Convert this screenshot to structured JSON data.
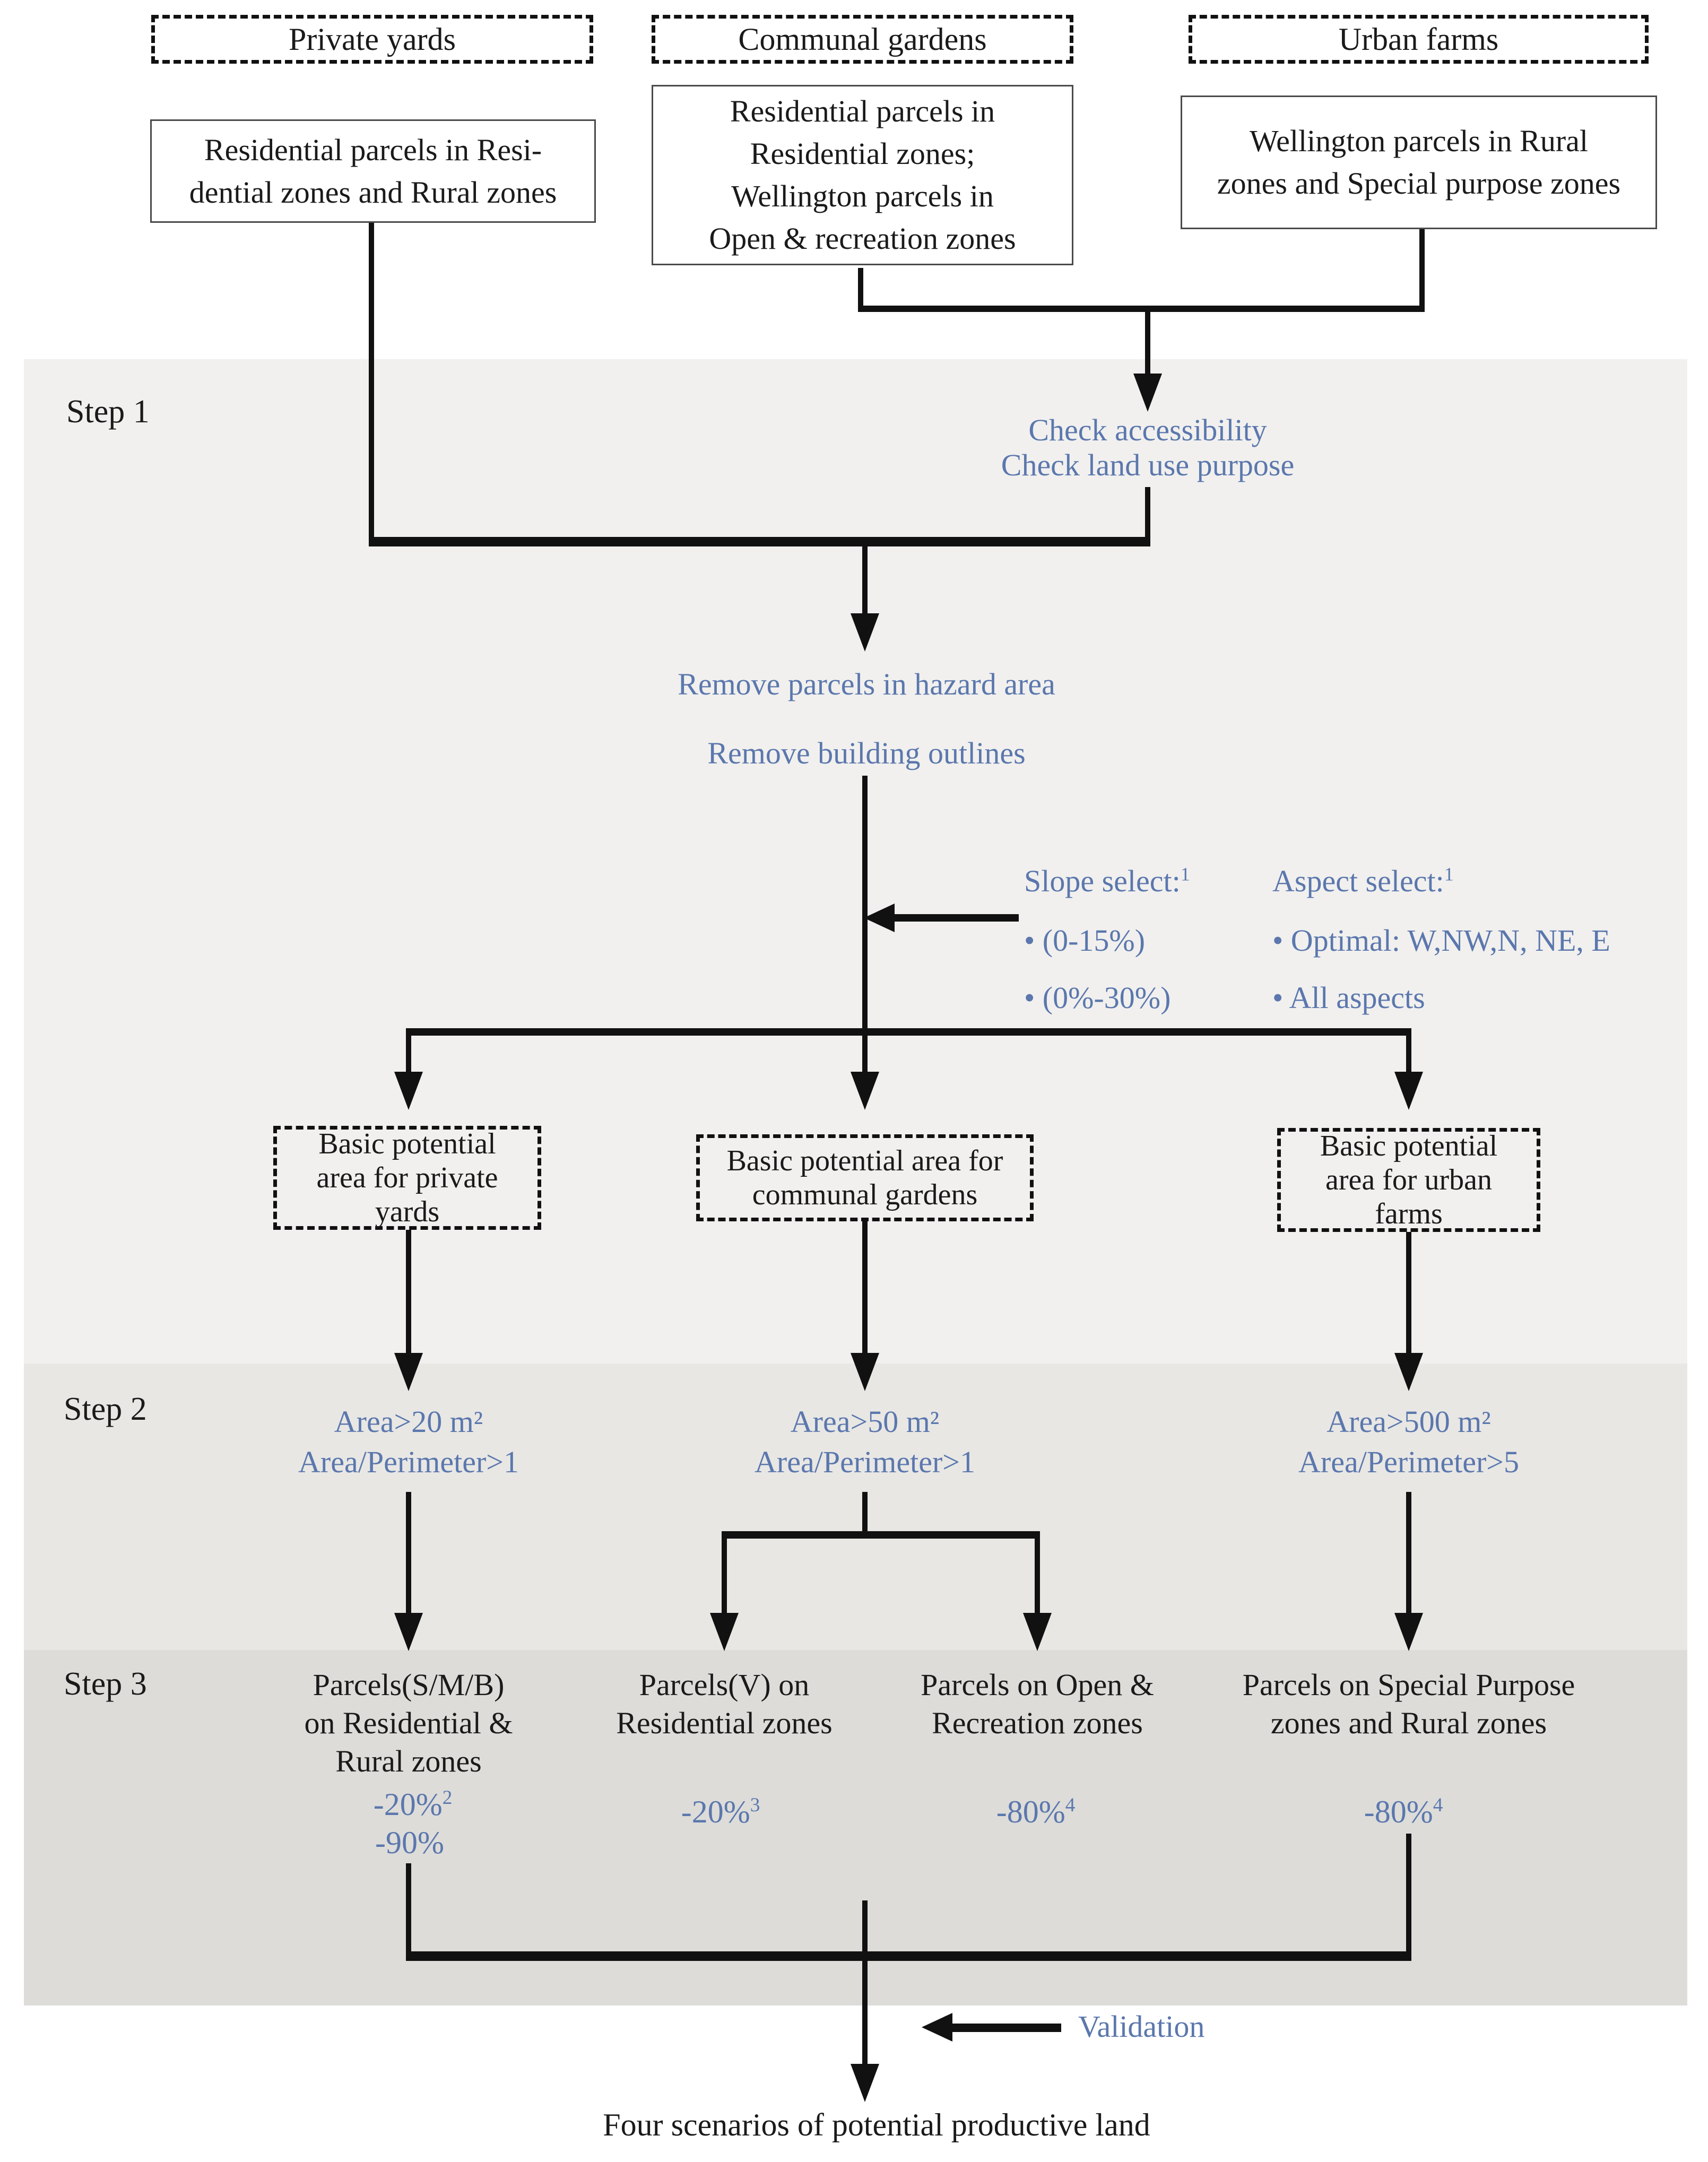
{
  "palette": {
    "accent_blue": "#5b77ad",
    "line_black": "#111111",
    "band_step1": "#f1f0ee",
    "band_step2": "#e8e7e4",
    "band_step3": "#dddcd9"
  },
  "labels": {
    "step1": "Step 1",
    "step2": "Step 2",
    "step3": "Step 3",
    "validation": "Validation",
    "result": "Four scenarios of potential productive land"
  },
  "top_boxes": {
    "private": {
      "title": "Private yards",
      "line1": "Residential parcels in Resi-",
      "line2": "dential zones and Rural zones"
    },
    "communal": {
      "title": "Communal gardens",
      "line1": "Residential parcels in",
      "line2": "Residential zones;",
      "line3": "Wellington parcels in",
      "line4": "Open & recreation zones"
    },
    "urban": {
      "title": "Urban farms",
      "line1": "Wellington parcels in Rural",
      "line2": "zones and Special purpose zones"
    }
  },
  "step1": {
    "check": {
      "line1": "Check accessibility",
      "line2": "Check land use purpose"
    },
    "remove": {
      "line1": "Remove parcels in hazard area",
      "line2": "Remove building outlines"
    },
    "slope": {
      "title": "Slope select:",
      "sup": "1",
      "opt1": "• (0-15%)",
      "opt2": "• (0%-30%)"
    },
    "aspect": {
      "title": "Aspect select:",
      "sup": "1",
      "opt1": "• Optimal: W,NW,N, NE, E",
      "opt2": "• All aspects"
    },
    "basic_private": {
      "line1": "Basic potential",
      "line2": "area for private",
      "line3": "yards"
    },
    "basic_communal": {
      "line1": "Basic potential area for",
      "line2": "communal gardens"
    },
    "basic_urban": {
      "line1": "Basic potential",
      "line2": "area for urban",
      "line3": "farms"
    }
  },
  "step2": {
    "private": {
      "line1": "Area>20 m²",
      "line2": "Area/Perimeter>1"
    },
    "communal": {
      "line1": "Area>50 m²",
      "line2": "Area/Perimeter>1"
    },
    "urban": {
      "line1": "Area>500 m²",
      "line2": "Area/Perimeter>5"
    }
  },
  "step3": {
    "col1": {
      "line1": "Parcels(S/M/B)",
      "line2": "on Residential &",
      "line3": "Rural zones",
      "pct1": "-20%",
      "pct1_sup": "2",
      "pct2": "-90%"
    },
    "col2": {
      "line1": "Parcels(V) on",
      "line2": "Residential zones",
      "pct1": "-20%",
      "pct1_sup": "3"
    },
    "col3": {
      "line1": "Parcels on Open &",
      "line2": "Recreation zones",
      "pct1": "-80%",
      "pct1_sup": "4"
    },
    "col4": {
      "line1": "Parcels on Special Purpose",
      "line2": "zones and Rural zones",
      "pct1": "-80%",
      "pct1_sup": "4"
    }
  }
}
